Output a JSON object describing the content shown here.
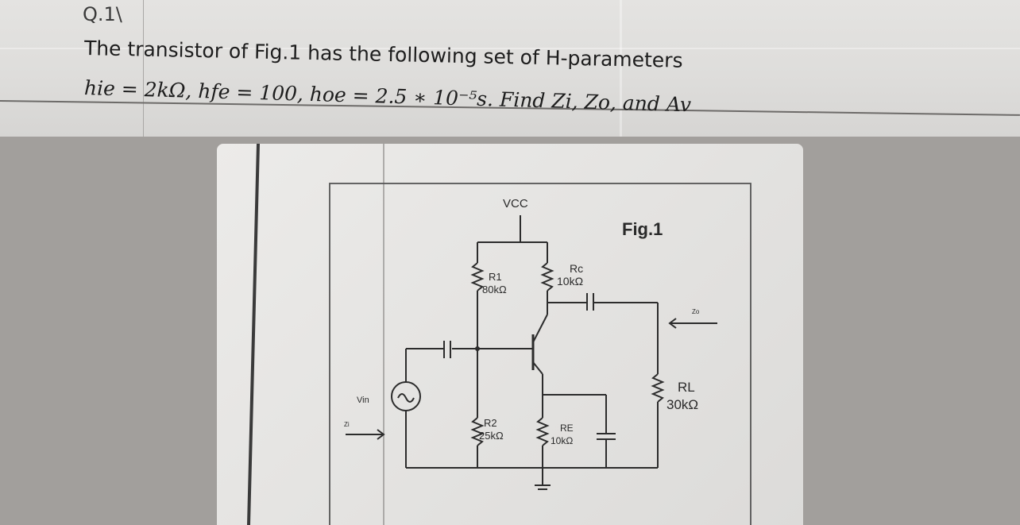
{
  "question": {
    "number": "Q.1\\",
    "line1": "The transistor of Fig.1 has the following set of H-parameters",
    "line2": "hie = 2kΩ, hfe = 100, hoe = 2.5 ∗ 10⁻⁵s. Find Zi, Zo, and Av"
  },
  "figure": {
    "title": "Fig.1",
    "vcc": "VCC",
    "r1_name": "R1",
    "r1_value": "80kΩ",
    "rc_name": "Rc",
    "rc_value": "10kΩ",
    "r2_name": "R2",
    "r2_value": "25kΩ",
    "re_name": "RE",
    "re_value": "10kΩ",
    "rl_name": "RL",
    "rl_value": "30kΩ",
    "vin_label": "Vin",
    "zi_label": "Zi",
    "zo_label": "Zo"
  }
}
